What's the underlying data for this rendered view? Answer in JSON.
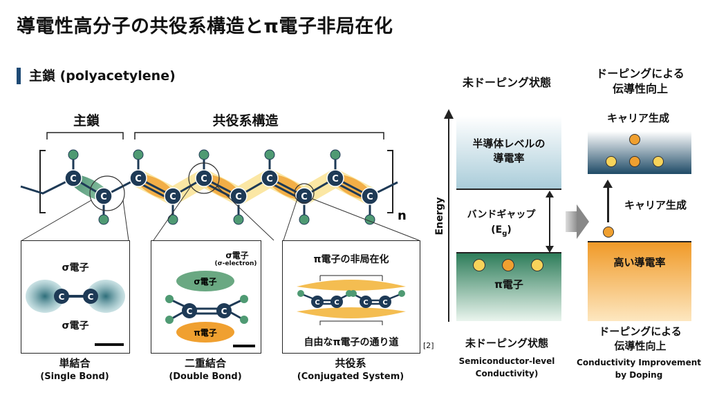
{
  "title": "導電性高分子の共役系構造とπ電子非局在化",
  "section": "主鎖 (polyacetylene)",
  "chain": {
    "label_main": "主鎖",
    "label_conj": "共役系構造",
    "atom": "C",
    "repeat": "n"
  },
  "panels": {
    "single": {
      "sigma_top": "σ電子",
      "sigma_bottom": "σ電子",
      "cap1": "単結合",
      "cap2": "(Single Bond)"
    },
    "double": {
      "sigma_label": "σ電子",
      "sigma_sub": "(σ-electron)",
      "sigma_inner": "σ電子",
      "pi_inner": "π電子",
      "cap1": "二重結合",
      "cap2": "(Double Bond)"
    },
    "conj": {
      "top": "π電子の非局在化",
      "bottom": "自由なπ電子の通り道",
      "cap1": "共役系",
      "cap2": "(Conjugated System)"
    }
  },
  "ref": "[2]",
  "energy": {
    "axis": "Energy",
    "left_head": "未ドーピング状態",
    "right_head1": "ドーピングによる",
    "right_head2": "伝導性向上",
    "semi1": "半導体レベルの",
    "semi2": "導電率",
    "gap1": "バンドギャップ",
    "gap2": "(E",
    "gap_sub": "g",
    "gap3": ")",
    "pi": "π電子",
    "carrier_top": "キャリア生成",
    "carrier_arrow": "キャリア生成",
    "high": "高い導電率",
    "left_foot": "未ドーピング状態",
    "left_en1": "Semiconductor-level",
    "left_en2": "Conductivity)",
    "right_foot1": "ドーピングによる",
    "right_foot2": "伝導性向上",
    "right_en1": "Conductivity Improvement",
    "right_en2": "by Doping"
  }
}
